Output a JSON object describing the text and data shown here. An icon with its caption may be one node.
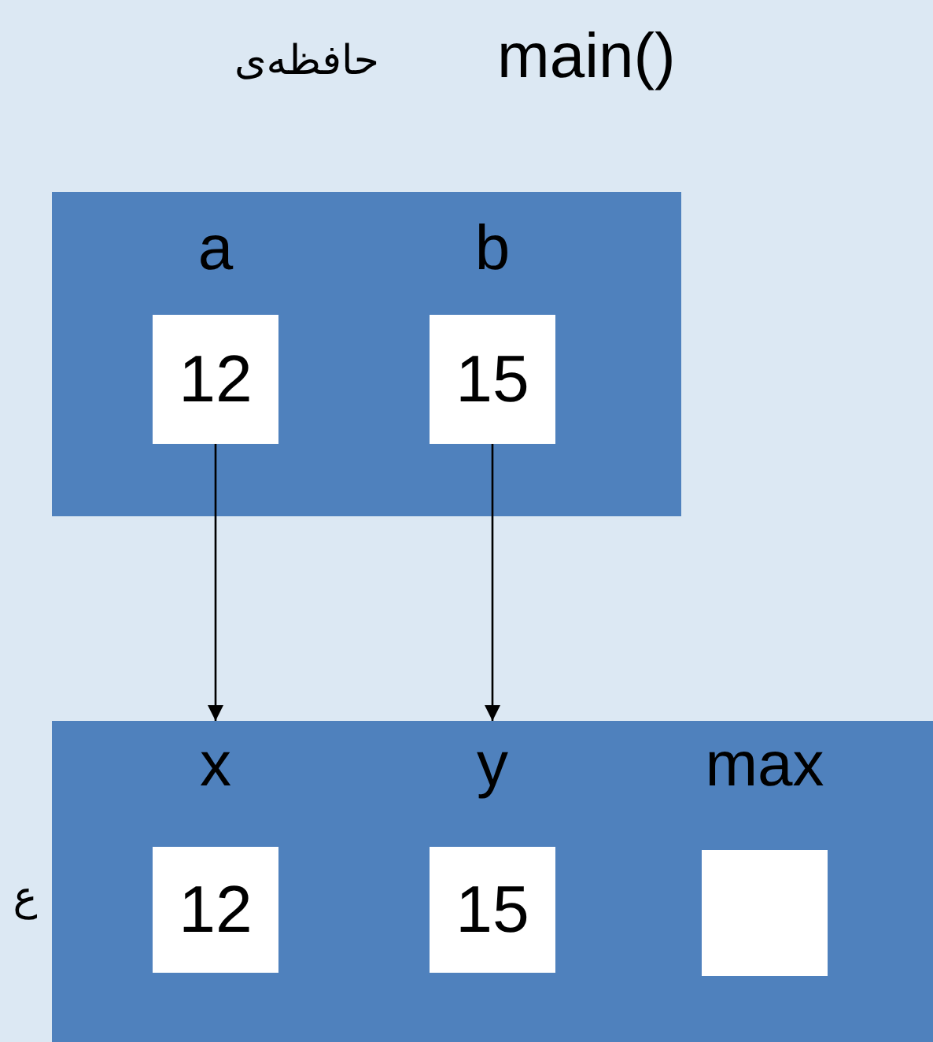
{
  "diagram": {
    "nodes": [
      {
        "text": [
          "main()",
          "حافظه‌ی"
        ]
      },
      {
        "text": [
          "a",
          "12"
        ],
        "in": 0
      },
      {
        "text": [
          "b",
          "15"
        ],
        "in": 0
      },
      {
        "text": [],
        "shape": "box"
      },
      {
        "text": [
          "x",
          "12"
        ],
        "in": 3
      },
      {
        "text": [
          "y",
          "15"
        ],
        "in": 3
      },
      {
        "text": [
          "max"
        ],
        "in": 3
      }
    ],
    "edges": [
      {
        "from": 1,
        "to": 4,
        "arrow": "to"
      },
      {
        "from": 2,
        "to": 5,
        "arrow": "to"
      }
    ],
    "labels": [
      "ع"
    ]
  }
}
